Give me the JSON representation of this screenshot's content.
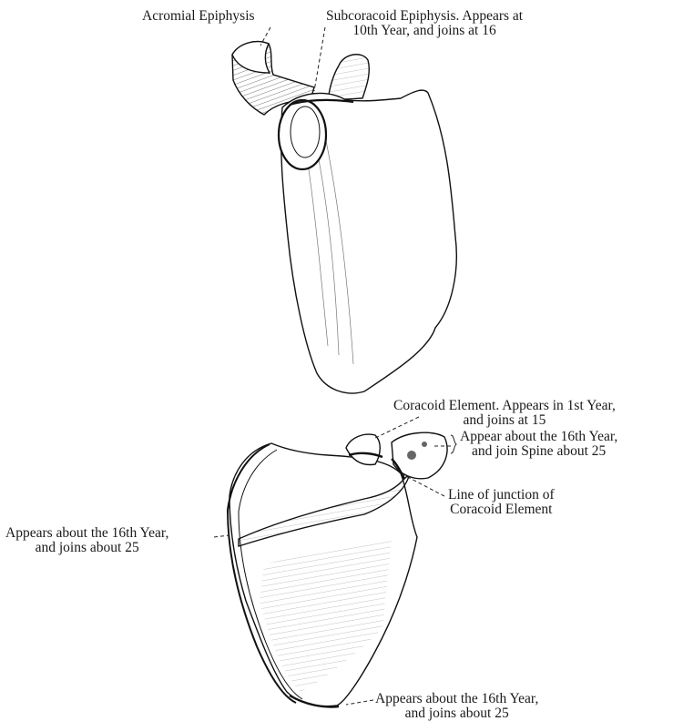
{
  "labels": {
    "acromial": {
      "line1": "Acromial Epiphysis"
    },
    "subcoracoid": {
      "line1": "Subcoracoid Epiphysis.  Appears at",
      "line2": "10th Year, and joins at 16"
    },
    "coracoid_element": {
      "line1": "Coracoid Element.  Appears in 1st Year,",
      "line2": "and joins at 15"
    },
    "spine_epiphyses": {
      "line1": "Appear about the 16th Year,",
      "line2": "and join Spine about 25"
    },
    "line_of_junction": {
      "line1": "Line of junction of",
      "line2": "Coracoid Element"
    },
    "vertebral_border": {
      "line1": "Appears about the 16th Year,",
      "line2": "and joins about 25"
    },
    "inferior_angle": {
      "line1": "Appears about the 16th Year,",
      "line2": "and joins about 25"
    }
  }
}
